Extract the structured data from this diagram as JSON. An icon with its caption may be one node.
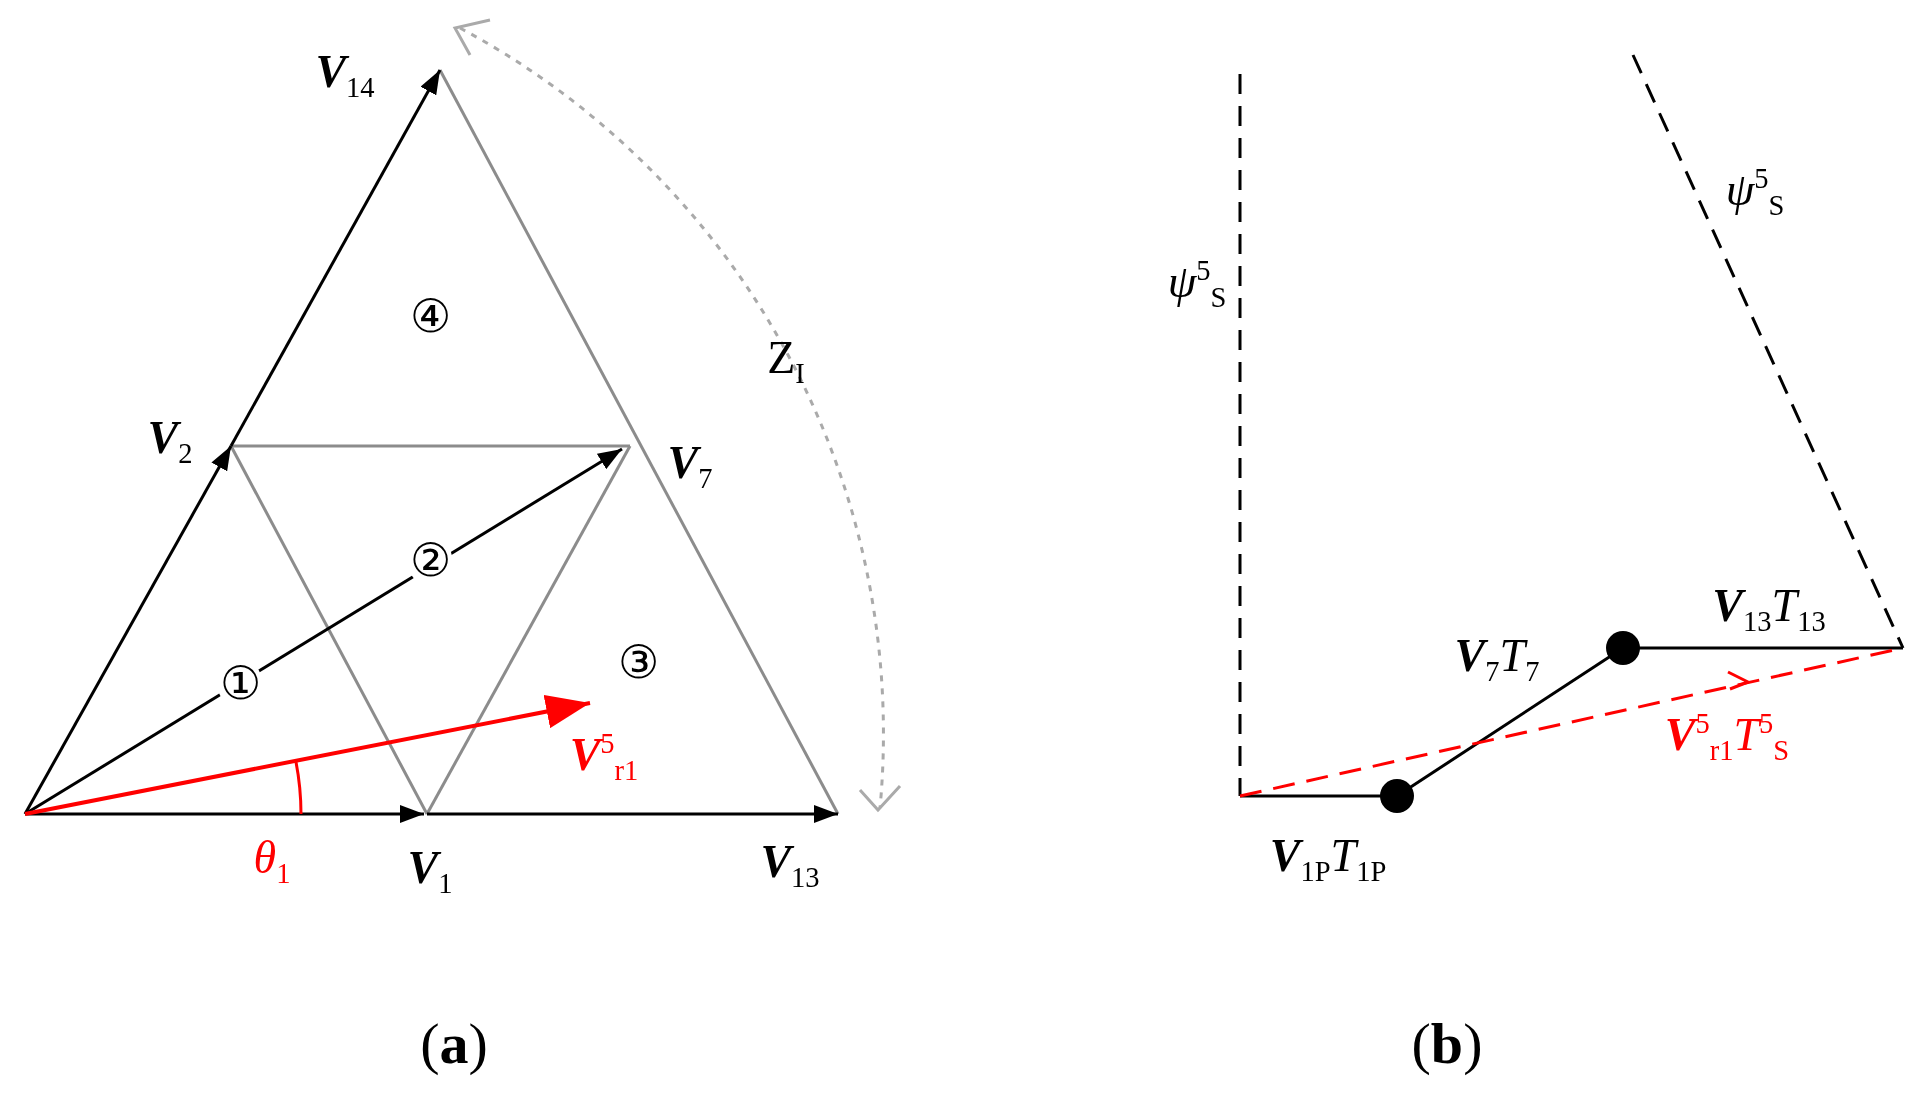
{
  "diagram": {
    "labels": [
      "**V**$_{14}$",
      "④",
      "Z$_{I}$",
      "**V**$_{2}$",
      "**V**$_{7}$",
      "②",
      "①",
      "③",
      "**V**$^{5}$$_{r1}$",
      "θ$_{1}$",
      "**V**$_{1}$",
      "**V**$_{13}$",
      "(**a**)",
      "ψ$^{5}$$_{S}$",
      "ψ$^{5}$$_{S}$",
      "**V**$_{13}$T$_{13}$",
      "**V**$_{7}$T$_{7}$",
      "**V**$^{5}$$_{r1}$T$^{5}$$_{S}$",
      "**V**$_{1P}$T$_{1P}$",
      "(**b**)"
    ]
  }
}
